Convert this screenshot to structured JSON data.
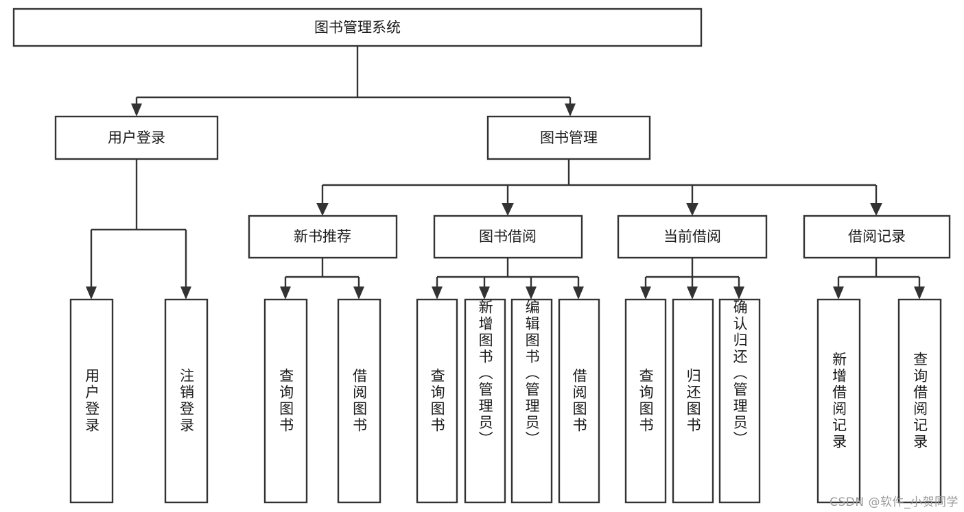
{
  "diagram": {
    "type": "tree-hierarchy-chart",
    "title": "图书管理系统",
    "root": {
      "label": "图书管理系统",
      "orientation": "horizontal"
    },
    "level2": [
      {
        "label": "用户登录",
        "orientation": "horizontal"
      },
      {
        "label": "图书管理",
        "orientation": "horizontal"
      }
    ],
    "level3": [
      {
        "label": "新书推荐",
        "orientation": "horizontal"
      },
      {
        "label": "图书借阅",
        "orientation": "horizontal"
      },
      {
        "label": "当前借阅",
        "orientation": "horizontal"
      },
      {
        "label": "借阅记录",
        "orientation": "horizontal"
      }
    ],
    "leaves": {
      "user_login": [
        {
          "label": "用户登录",
          "orientation": "vertical"
        },
        {
          "label": "注销登录",
          "orientation": "vertical"
        }
      ],
      "new_book_recommend": [
        {
          "label": "查询图书",
          "orientation": "vertical"
        },
        {
          "label": "借阅图书",
          "orientation": "vertical"
        }
      ],
      "book_borrow": [
        {
          "label": "查询图书",
          "orientation": "vertical"
        },
        {
          "label": "新增图书（管理员）",
          "orientation": "vertical"
        },
        {
          "label": "编辑图书（管理员）",
          "orientation": "vertical"
        },
        {
          "label": "借阅图书",
          "orientation": "vertical"
        }
      ],
      "current_borrow": [
        {
          "label": "查询图书",
          "orientation": "vertical"
        },
        {
          "label": "归还图书",
          "orientation": "vertical"
        },
        {
          "label": "确认归还（管理员）",
          "orientation": "vertical"
        }
      ],
      "borrow_record": [
        {
          "label": "新增借阅记录",
          "orientation": "vertical"
        },
        {
          "label": "查询借阅记录",
          "orientation": "vertical"
        }
      ]
    },
    "colors": {
      "stroke": "#333333",
      "fill": "#ffffff",
      "text": "#1a1a1a",
      "watermark": "#9a9a9a",
      "background": "#ffffff"
    }
  },
  "watermark": {
    "text": "CSDN @软件_小贺同学"
  }
}
